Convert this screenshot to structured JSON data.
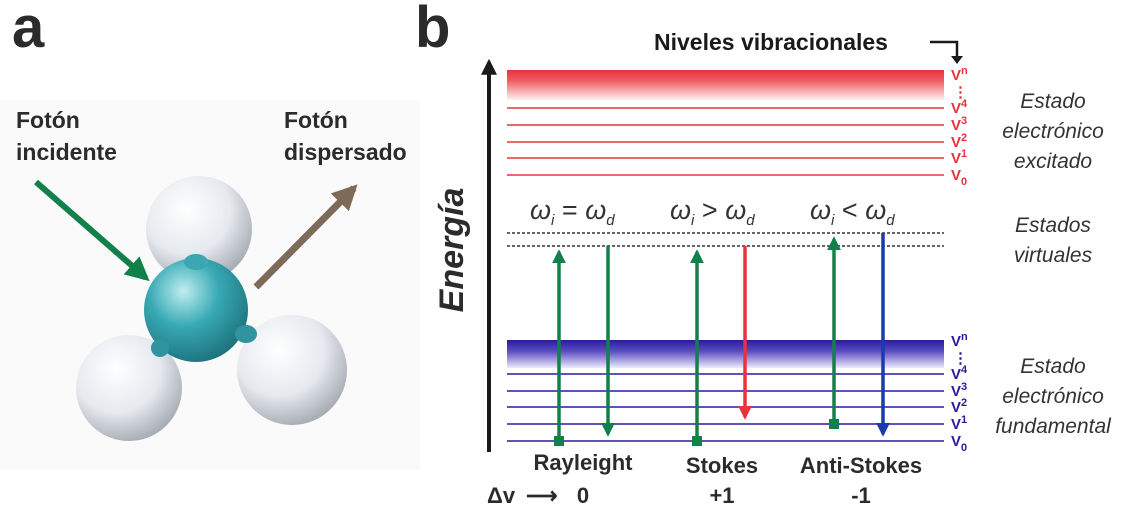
{
  "panel_a": {
    "label": "a",
    "incident_photon": [
      "Fotón",
      "incidente"
    ],
    "scattered_photon": [
      "Fotón",
      "dispersado"
    ]
  },
  "panel_b": {
    "label": "b",
    "energy_axis_label": "Energía",
    "vib_levels_label": "Niveles vibracionales",
    "excited_state": [
      "Estado",
      "electrónico",
      "excitado"
    ],
    "virtual_states": [
      "Estados",
      "virtuales"
    ],
    "ground_state": [
      "Estado",
      "electrónico",
      "fundamental"
    ],
    "level_letter": "V",
    "dots": "⋮",
    "level_subs": [
      "n",
      "4",
      "3",
      "2",
      "1",
      "0"
    ],
    "conditions": {
      "omega": "ω",
      "i": "i",
      "d": "d",
      "equal": "=",
      "greater": ">",
      "less": "<"
    },
    "processes": [
      "Rayleight",
      "Stokes",
      "Anti-Stokes"
    ],
    "delta_v_label": "Δv",
    "delta_v_arrow": "⟶",
    "delta_v_values": [
      "0",
      "+1",
      "-1"
    ]
  },
  "colors": {
    "excited": "#e8323c",
    "ground": "#2a1aa0",
    "green": "#12804a",
    "stokes_red": "#e8323c",
    "anti_blue": "#1c3ab0",
    "brown_arrow": "#7d6a58",
    "molecule_teal": "#2a9aa6"
  }
}
